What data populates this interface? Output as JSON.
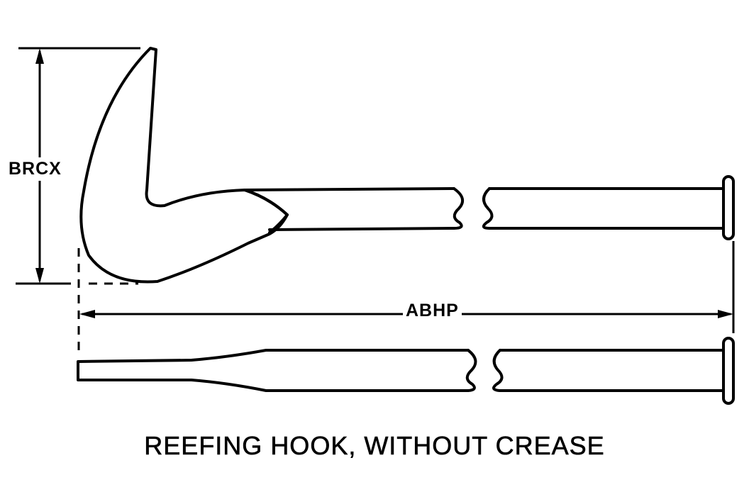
{
  "diagram": {
    "caption": "REEFING HOOK, WITHOUT CREASE",
    "dimensions": {
      "height_label": "BRCX",
      "length_label": "ABHP"
    }
  }
}
